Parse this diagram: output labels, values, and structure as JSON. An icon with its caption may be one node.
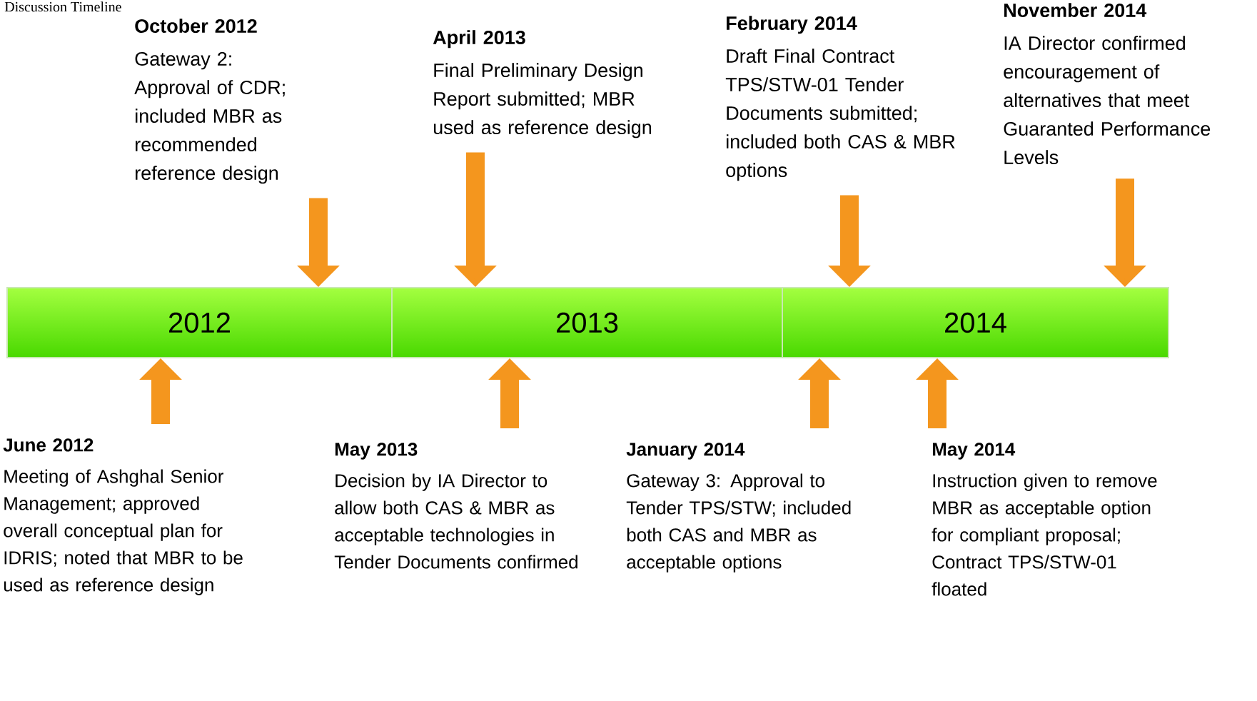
{
  "diagram": {
    "title": "Discussion Timeline",
    "nodes": [
      {
        "text": [
          "2012"
        ]
      },
      {
        "text": [
          "2013"
        ]
      },
      {
        "text": [
          "2014"
        ]
      },
      {
        "text": [
          "October 2012",
          "Gateway 2: Approval of CDR; included MBR as recommended reference design"
        ]
      },
      {
        "text": [
          "April 2013",
          "Final Preliminary Design Report submitted; MBR used as reference design"
        ]
      },
      {
        "text": [
          "February 2014",
          "Draft Final Contract TPS/STW-01 Tender Documents submitted; included both CAS & MBR options"
        ]
      },
      {
        "text": [
          "November 2014",
          "IA Director confirmed encouragement of alternatives that meet Guaranted Performance Levels"
        ]
      },
      {
        "text": [
          "June 2012",
          "Meeting of Ashghal Senior Management; approved overall conceptual plan for IDRIS; noted that MBR to be used as reference design"
        ]
      },
      {
        "text": [
          "May 2013",
          "Decision by IA Director to allow both CAS & MBR as acceptable technologies in Tender Documents confirmed"
        ]
      },
      {
        "text": [
          "January 2014",
          "Gateway 3: Approval to Tender TPS/STW; included both CAS and MBR as acceptable options"
        ]
      },
      {
        "text": [
          "May 2014",
          "Instruction given to remove MBR as acceptable option for compliant proposal; Contract TPS/STW-01 floated"
        ]
      }
    ],
    "edges": [
      {
        "from": 3,
        "to": 0,
        "arrow": "to"
      },
      {
        "from": 4,
        "to": 1,
        "arrow": "to"
      },
      {
        "from": 5,
        "to": 2,
        "arrow": "to"
      },
      {
        "from": 6,
        "to": 2,
        "arrow": "to"
      },
      {
        "from": 7,
        "to": 0,
        "arrow": "to"
      },
      {
        "from": 8,
        "to": 1,
        "arrow": "to"
      },
      {
        "from": 9,
        "to": 2,
        "arrow": "to"
      },
      {
        "from": 10,
        "to": 2,
        "arrow": "to"
      }
    ]
  }
}
